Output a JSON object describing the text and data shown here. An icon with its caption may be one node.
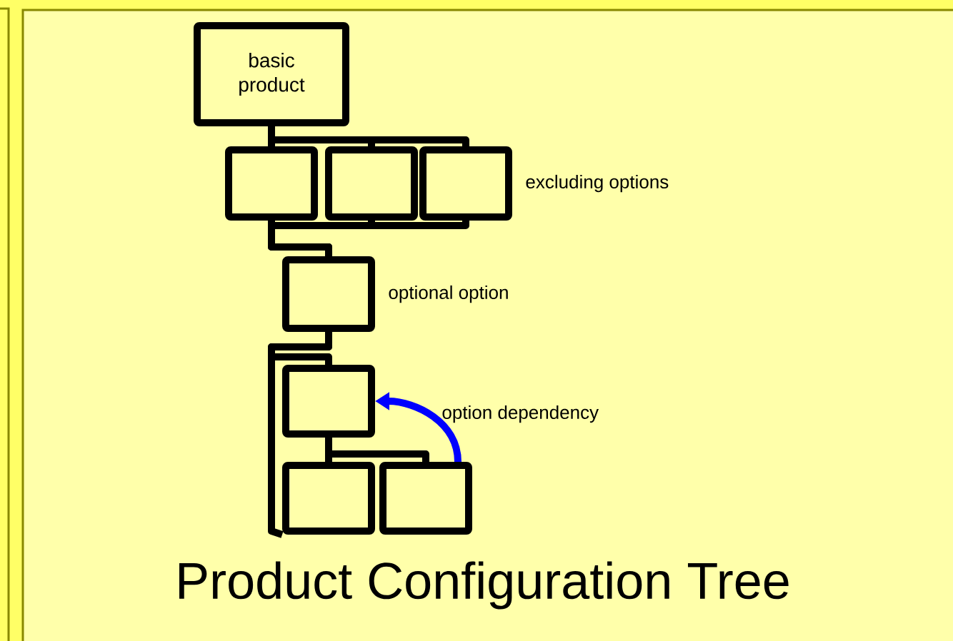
{
  "diagram": {
    "title": "Product Configuration Tree",
    "nodes": [
      {
        "text": [
          "basic product"
        ]
      },
      {
        "text": [],
        "shape": "box"
      },
      {
        "text": [],
        "shape": "box"
      },
      {
        "text": [],
        "shape": "box",
        "beside": [
          "excluding options"
        ]
      },
      {
        "text": [],
        "shape": "box",
        "beside": [
          "optional option"
        ]
      },
      {
        "text": [],
        "shape": "box"
      },
      {
        "text": [],
        "shape": "box"
      },
      {
        "text": [],
        "shape": "box"
      }
    ],
    "edges": [
      {
        "from": 0,
        "to": 1,
        "arrow": "none"
      },
      {
        "from": 0,
        "to": 2,
        "arrow": "none"
      },
      {
        "from": 0,
        "to": 3,
        "arrow": "none"
      },
      {
        "from": 1,
        "to": 4,
        "arrow": "none"
      },
      {
        "from": 2,
        "to": 4,
        "arrow": "none"
      },
      {
        "from": 3,
        "to": 4,
        "arrow": "none"
      },
      {
        "from": 4,
        "to": 5,
        "arrow": "none"
      },
      {
        "from": 4,
        "to": 6,
        "arrow": "none"
      },
      {
        "from": 5,
        "to": 6,
        "arrow": "none"
      },
      {
        "from": 5,
        "to": 7,
        "arrow": "none"
      },
      {
        "from": 7,
        "to": 5,
        "arrow": "to",
        "color": "#0000ff",
        "label": "option dependency"
      }
    ]
  }
}
